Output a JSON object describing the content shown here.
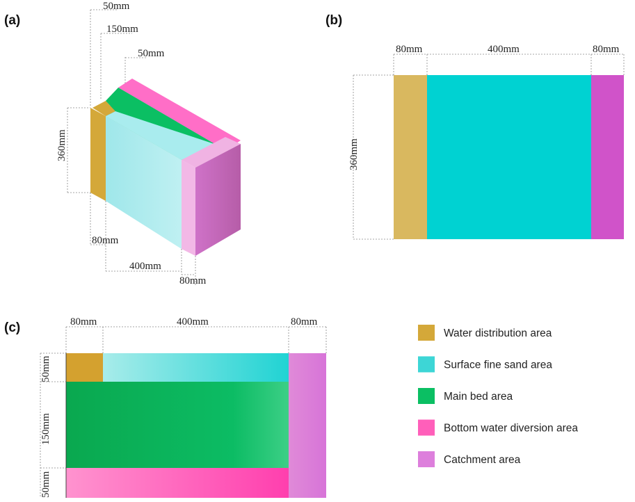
{
  "panels": {
    "a": {
      "label": "(a)",
      "dims": {
        "top1": "50mm",
        "top2": "150mm",
        "top3": "50mm",
        "height": "360mm",
        "bottom_left": "80mm",
        "bottom_mid": "400mm",
        "bottom_right": "80mm"
      }
    },
    "b": {
      "label": "(b)",
      "dims": {
        "left": "80mm",
        "mid": "400mm",
        "right": "80mm",
        "height": "360mm"
      }
    },
    "c": {
      "label": "(c)",
      "dims": {
        "left": "80mm",
        "mid": "400mm",
        "right": "80mm",
        "h_top": "50mm",
        "h_mid": "150mm",
        "h_bot": "50mm"
      }
    }
  },
  "legend": [
    {
      "label": "Water distribution area",
      "color": "#d4a839"
    },
    {
      "label": "Surface fine sand area",
      "color": "#3dd6d6"
    },
    {
      "label": "Main bed area",
      "color": "#0bbf63"
    },
    {
      "label": "Bottom water diversion area",
      "color": "#ff5fba"
    },
    {
      "label": "Catchment area",
      "color": "#dd7fdc"
    }
  ]
}
